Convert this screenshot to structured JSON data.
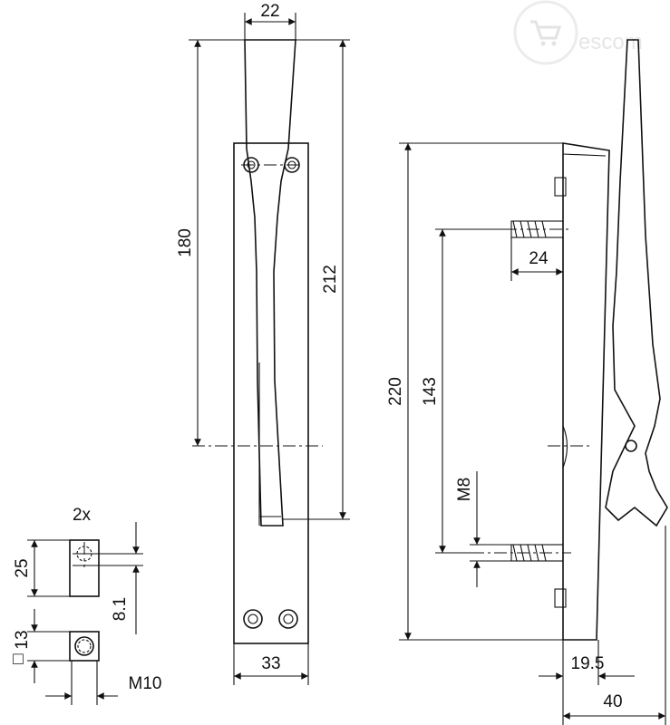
{
  "watermark": {
    "text": "escom",
    "icon": "shopping-cart-icon"
  },
  "front_view": {
    "dim_handle_width": "22",
    "dim_handle_length": "180",
    "dim_total_length": "212",
    "dim_plate_width": "33"
  },
  "side_view": {
    "dim_height": "220",
    "dim_bolt_spacing": "143",
    "dim_thread_length": "24",
    "dim_thread": "M8",
    "dim_offset": "19.5",
    "dim_depth": "40"
  },
  "detail": {
    "quantity": "2x",
    "dim_length": "25",
    "dim_hole_offset": "8.1",
    "dim_square": "13",
    "dim_square_symbol": "□",
    "dim_thread": "M10"
  }
}
